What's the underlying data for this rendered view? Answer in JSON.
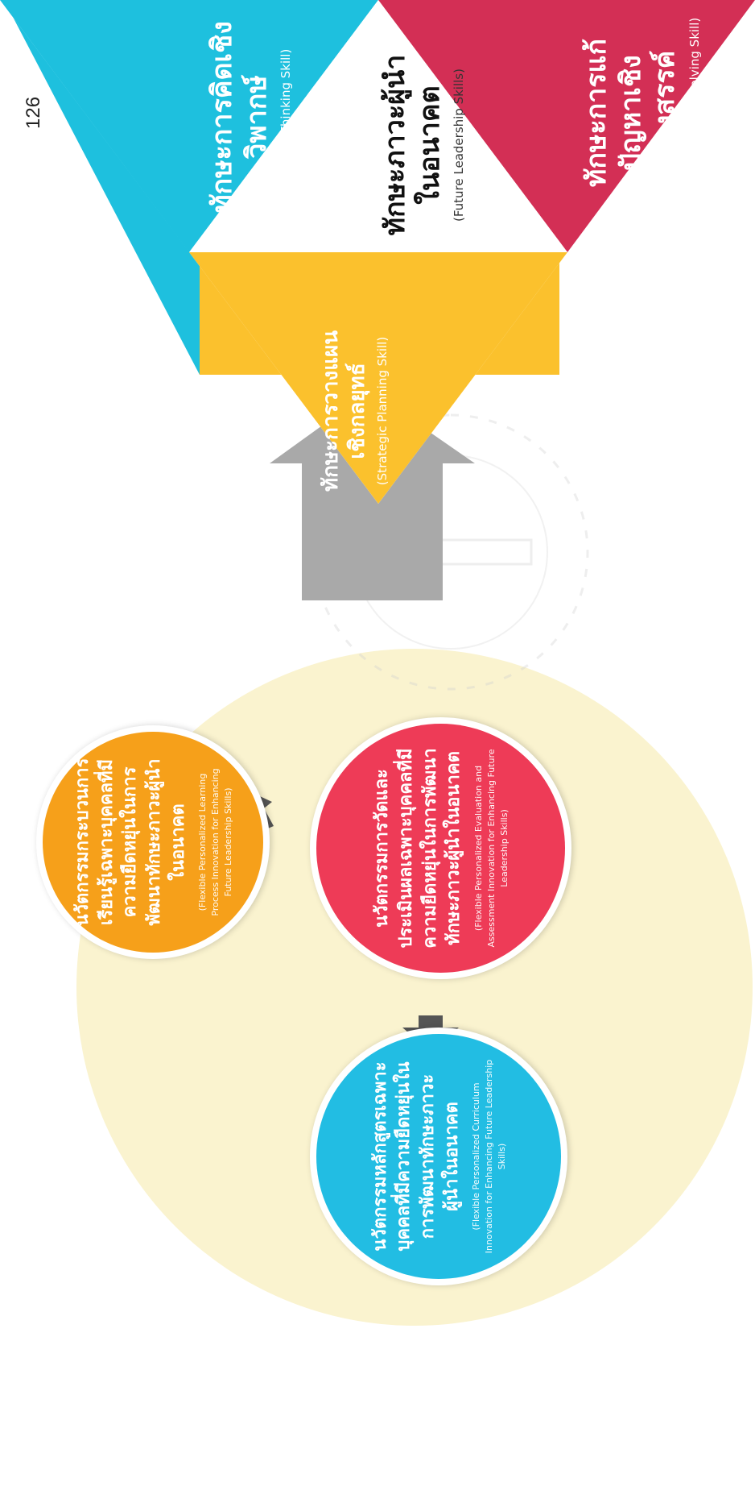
{
  "page_number": "126",
  "colors": {
    "cycle_bg": "#faf3cf",
    "orange": "#f6a01a",
    "red": "#ee3b57",
    "blue": "#22bde3",
    "cyan": "#1ec0de",
    "crimson": "#d32f55",
    "yellow": "#fbc12d",
    "gray_arrow": "#a9a9a9",
    "dark_arrow": "#555555"
  },
  "pyramid": {
    "center": {
      "title": "ทักษะภาวะผู้นำในอนาคต",
      "subtitle": "(Future Leadership Skills)"
    },
    "top_left": {
      "title": "ทักษะการคิดเชิงวิพากษ์",
      "subtitle": "(Critical Thinking Skill)"
    },
    "top_right": {
      "title": "ทักษะการแก้ปัญหาเชิงสร้างสรรค์",
      "subtitle": "(Creative Problem-Solving Skill)"
    },
    "bottom": {
      "title": "ทักษะการวางแผนเชิงกลยุทธ์",
      "subtitle": "(Strategic Planning Skill)"
    }
  },
  "cycle": {
    "process": {
      "title": "นวัตกรรมกระบวนการเรียนรู้เฉพาะบุคคลที่มีความยืดหยุ่นในการพัฒนาทักษะภาวะผู้นำในอนาคต",
      "subtitle": "(Flexible Personalized Learning Process Innovation for Enhancing Future Leadership Skills)"
    },
    "assessment": {
      "title": "นวัตกรรมการวัดและประเมินผลเฉพาะบุคคลที่มีความยืดหยุ่นในการพัฒนาทักษะภาวะผู้นำในอนาคต",
      "subtitle": "(Flexible Personalized Evaluation and Assessment Innovation for Enhancing Future Leadership Skills)"
    },
    "curriculum": {
      "title": "นวัตกรรมหลักสูตรเฉพาะบุคคลที่มีความยืดหยุ่นในการพัฒนาทักษะภาวะผู้นำในอนาคต",
      "subtitle": "(Flexible Personalized Curriculum Innovation for Enhancing Future Leadership Skills)"
    }
  }
}
